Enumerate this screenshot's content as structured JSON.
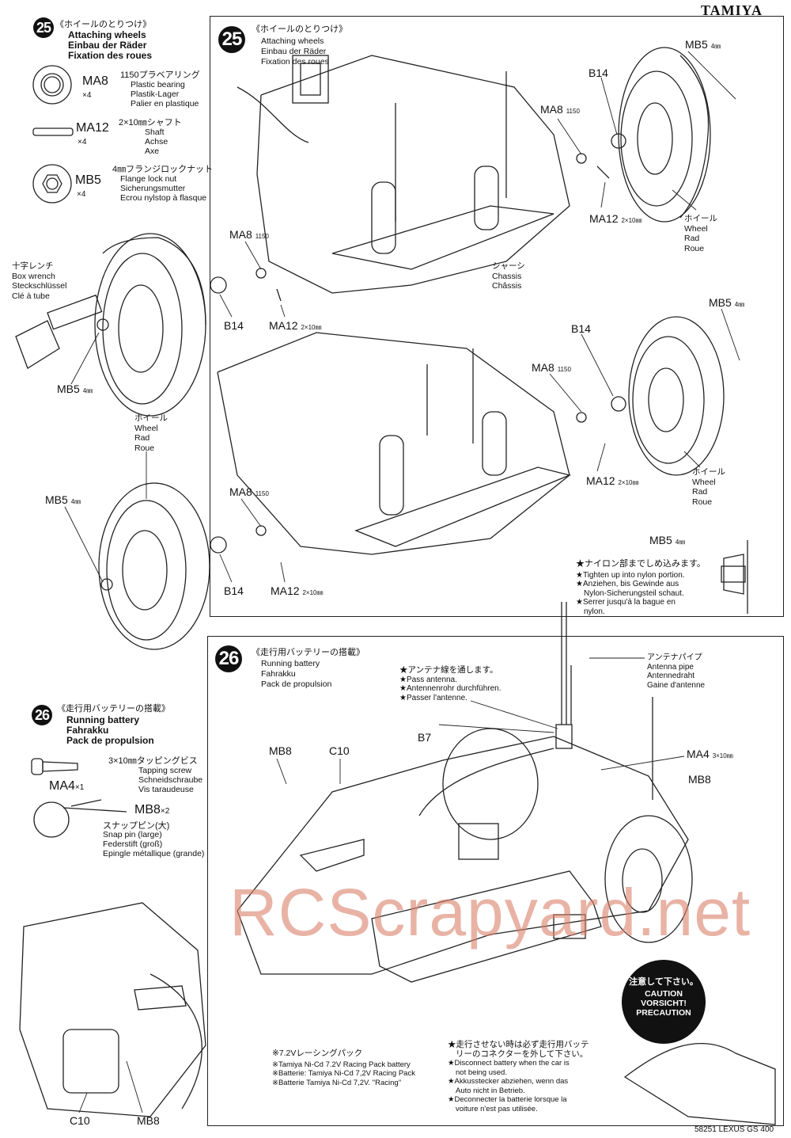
{
  "header": {
    "brand": "TAMIYA"
  },
  "footer": {
    "model": "58251 LEXUS GS 400"
  },
  "watermark": "RCScrapyard.net",
  "step25": {
    "number": "25",
    "title_jp": "《ホイールのとりつけ》",
    "title_en": "Attaching wheels",
    "title_de": "Einbau der Räder",
    "title_fr": "Fixation des roues",
    "parts": [
      {
        "code": "MA8",
        "qty": "×4",
        "jp": "1150プラベアリング",
        "en": "Plastic bearing",
        "de": "Plastik-Lager",
        "fr": "Palier en plastique"
      },
      {
        "code": "MA12",
        "qty": "×4",
        "jp": "2×10㎜シャフト",
        "en": "Shaft",
        "de": "Achse",
        "fr": "Axe"
      },
      {
        "code": "MB5",
        "qty": "×4",
        "jp": "4㎜フランジロックナット",
        "en": "Flange lock nut",
        "de": "Sicherungsmutter",
        "fr": "Ecrou nylstop à flasque"
      }
    ],
    "labels": {
      "mb5": "MB5",
      "mb5_size": "4㎜",
      "b14": "B14",
      "ma8": "MA8",
      "ma8_size": "1150",
      "ma12": "MA12",
      "ma12_size": "2×10㎜",
      "wheel_jp": "ホイール",
      "wheel_en": "Wheel",
      "wheel_de": "Rad",
      "wheel_fr": "Roue",
      "chassis_jp": "シャーシ",
      "chassis_en": "Chassis",
      "chassis_fr": "Châssis",
      "wrench_jp": "十字レンチ",
      "wrench_en": "Box wrench",
      "wrench_de": "Steckschlüssel",
      "wrench_fr": "Clé à tube"
    },
    "note": {
      "jp": "★ナイロン部までしめ込みます。",
      "en": "★Tighten up into nylon portion.",
      "de1": "★Anziehen, bis Gewinde aus",
      "de2": "Nylon-Sicherungsteil schaut.",
      "fr1": "★Serrer jusqu'à la bague en",
      "fr2": "nylon."
    }
  },
  "step26": {
    "number": "26",
    "title_jp": "《走行用バッテリーの搭載》",
    "title_en": "Running battery",
    "title_de": "Fahrakku",
    "title_fr": "Pack de propulsion",
    "parts": [
      {
        "code": "MA4",
        "qty": "×1",
        "jp": "3×10㎜タッピングビス",
        "en": "Tapping screw",
        "de": "Schneidschraube",
        "fr": "Vis taraudeuse"
      },
      {
        "code": "MB8",
        "qty": "×2",
        "jp": "スナップピン(大)",
        "en": "Snap pin (large)",
        "de": "Federstift (groß)",
        "fr": "Epingle métallique (grande)"
      }
    ],
    "antenna_note": {
      "jp": "★アンテナ線を通します。",
      "en": "★Pass antenna.",
      "de": "★Antennenrohr durchführen.",
      "fr": "★Passer l'antenne."
    },
    "antenna_pipe": {
      "jp": "アンテナパイプ",
      "en": "Antenna pipe",
      "de": "Antennedraht",
      "fr": "Gaine d'antenne"
    },
    "labels": {
      "b7": "B7",
      "mb8": "MB8",
      "c10": "C10",
      "ma4": "MA4",
      "ma4_size": "3×10㎜"
    },
    "battery_note": {
      "jp": "※7.2Vレーシングパック",
      "en": "※Tamiya Ni-Cd 7.2V Racing Pack battery",
      "de": "※Batterie: Tamiya Ni-Cd 7,2V Racing Pack",
      "fr": "※Batterie Tamiya Ni-Cd 7,2V. \"Racing\""
    },
    "disconnect_note": {
      "jp1": "★走行させない時は必ず走行用バッテ",
      "jp2": "リーのコネクターを外して下さい。",
      "en1": "★Disconnect battery when the car is",
      "en2": "not being used.",
      "de1": "★Akkusstecker abziehen, wenn das",
      "de2": "Auto nicht in Betrieb.",
      "fr1": "★Deconnecter la batterie lorsque la",
      "fr2": "voiture n'est pas utilisée."
    },
    "caution": {
      "jp": "注意して下さい。",
      "en": "CAUTION",
      "de": "VORSICHT!",
      "fr": "PRECAUTION"
    }
  }
}
